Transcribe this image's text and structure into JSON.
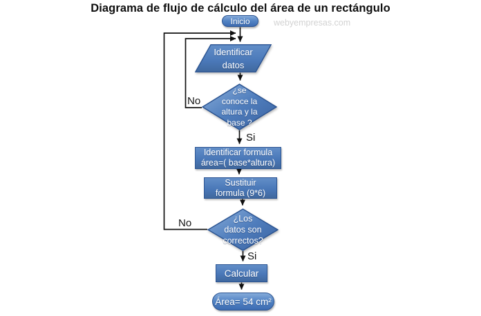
{
  "title": "Diagrama de flujo de cálculo del área de un rectángulo",
  "watermark": "webyempresas.com",
  "colors": {
    "shape_fill": "#4a78b8",
    "shape_fill_light": "#85abda",
    "shape_border": "#2a5391",
    "arrow": "#111111",
    "title_text": "#0e0e0e",
    "node_text": "#ffffff",
    "watermark_text": "#d2d2d2"
  },
  "nodes": {
    "start": {
      "type": "terminator",
      "label": "Inicio"
    },
    "input_data": {
      "type": "parallelogram",
      "lines": [
        "Identificar",
        "datos"
      ]
    },
    "decision_base_height": {
      "type": "decision",
      "lines": [
        "¿se",
        "conoce la",
        "altura y la",
        "base ?"
      ]
    },
    "identify_formula": {
      "type": "process",
      "lines": [
        "Identificar formula",
        "área=( base*altura)"
      ]
    },
    "substitute_formula": {
      "type": "process",
      "lines": [
        "Sustituir",
        "formula (9*6)"
      ]
    },
    "decision_data_correct": {
      "type": "decision",
      "lines": [
        "¿Los",
        "datos son",
        "correctos?"
      ]
    },
    "calculate": {
      "type": "process",
      "label": "Calcular"
    },
    "end": {
      "type": "terminator",
      "label": "Área= 54 cm²"
    }
  },
  "edge_labels": {
    "no_decision1": "No",
    "si_decision1": "Si",
    "no_decision2": "No",
    "si_decision2": "Si"
  }
}
